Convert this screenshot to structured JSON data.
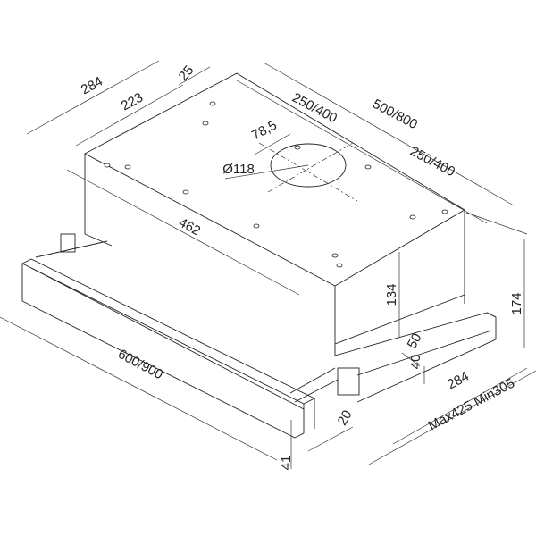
{
  "title": "Telescopic cooker hood dimension drawing",
  "dimensions": {
    "depth_total": "284",
    "depth_inner": "223",
    "offset_back": "25",
    "width_half_a": "250/400",
    "width_total": "500/800",
    "outlet_offset": "78,5",
    "outlet_diameter": "Ø118",
    "width_half_b": "250/400",
    "body_width": "462",
    "body_height": "134",
    "total_height": "174",
    "front_step": "50",
    "slider_height": "40",
    "slider_depth": "284",
    "extension": "Max425 Min305",
    "visor_width": "600/900",
    "visor_depth": "20",
    "visor_height": "41"
  }
}
